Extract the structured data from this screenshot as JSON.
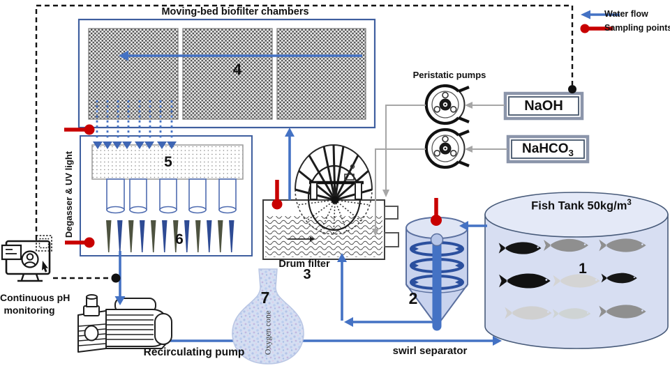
{
  "title": "Moving-bed biofilter chambers",
  "legend": {
    "water_flow": "Water flow",
    "sampling_points": "Sampling points"
  },
  "labels": {
    "biofilter_number": "4",
    "degasser_side": "Degasser & UV light",
    "degasser_number": "5",
    "uv_number": "6",
    "drum_filter": "Drum filter",
    "drum_number": "3",
    "swirl_separator": "swirl separator",
    "swirl_number": "2",
    "fish_tank": "Fish Tank 50kg/m",
    "fish_tank_exp": "3",
    "fish_number": "1",
    "oxygen_cone": "Oxygen cone",
    "oxygen_number": "7",
    "recirculating_pump": "Recirculating pump",
    "peristaltic_pumps": "Peristatic pumps",
    "naoh": "NaOH",
    "nahco3_base": "NaHCO",
    "nahco3_sub": "3",
    "ph_line1": "Continuous pH",
    "ph_line2": "monitoring"
  },
  "colors": {
    "water_flow_blue": "#4472C4",
    "sampling_red": "#C80000",
    "dashed_black": "#111111",
    "dosing_gray": "#A6A6A6",
    "box_border_blue": "#3F5F9F",
    "tank_fill": "#D7DEF2",
    "swirl_fill": "#C9D3EE",
    "oxygen_cone_fill": "#D4DEF2"
  }
}
